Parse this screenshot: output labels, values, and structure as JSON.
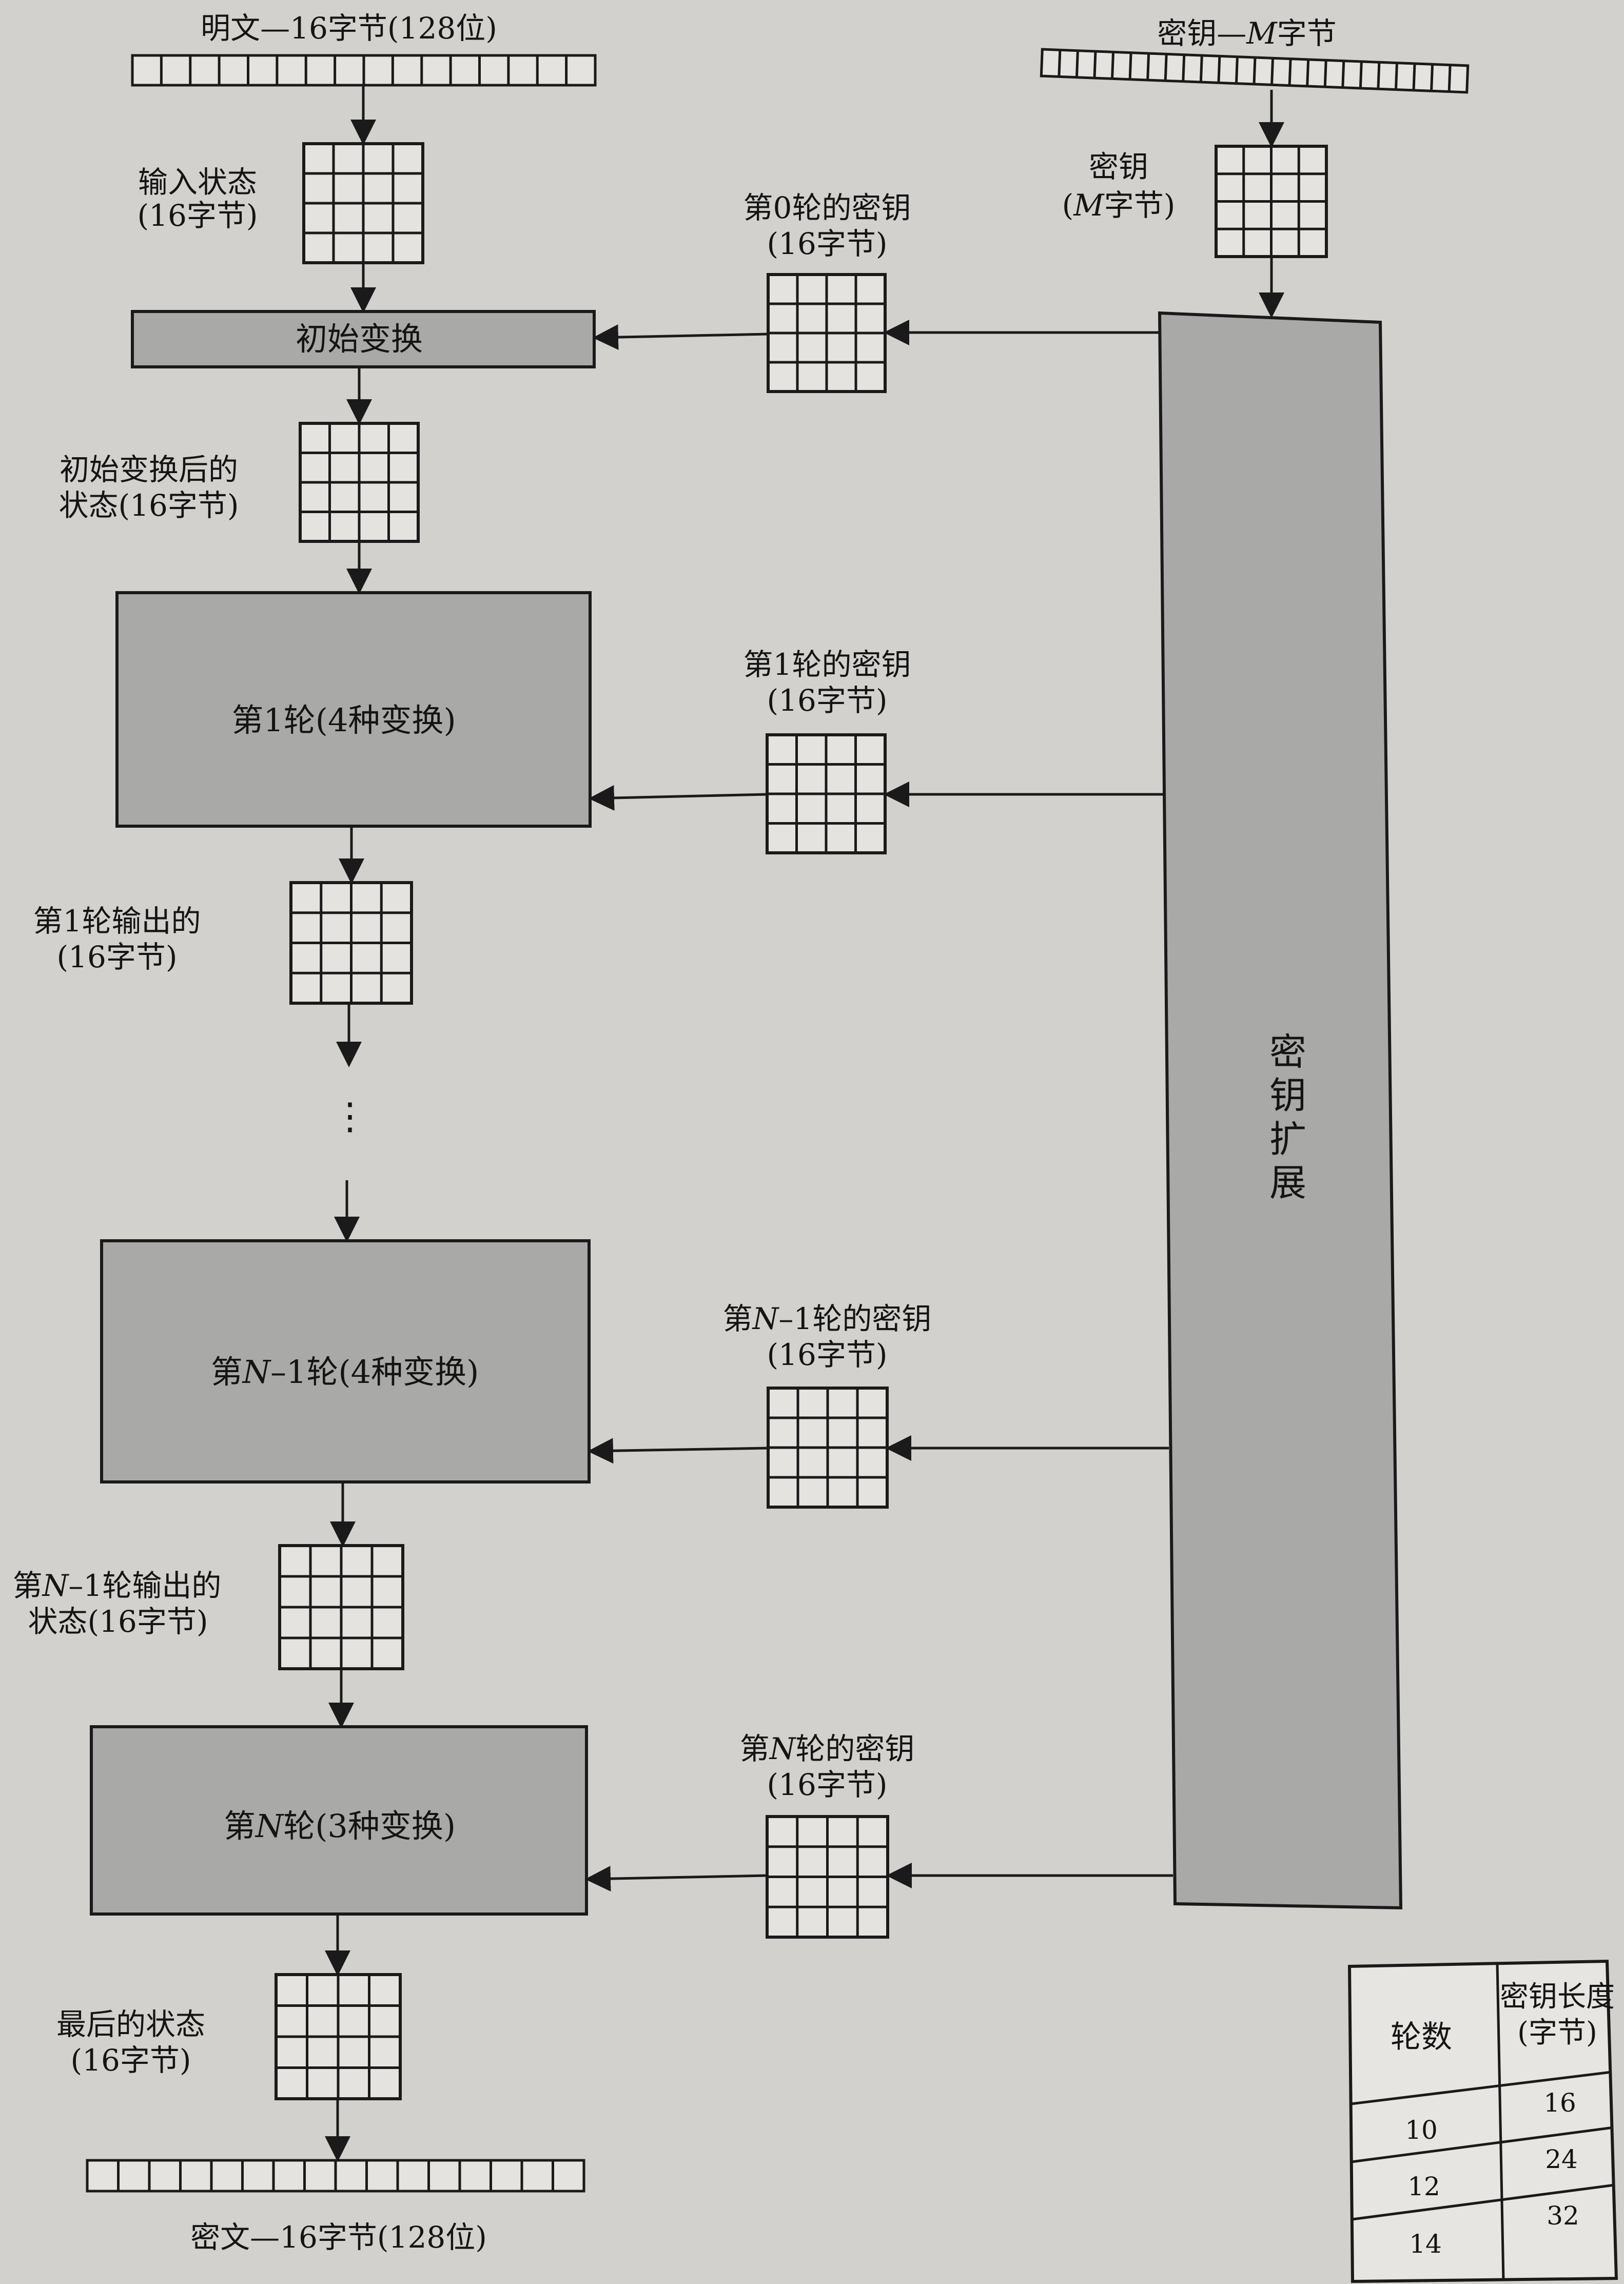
{
  "diagram": {
    "plaintext_label": "明文—16字节(128位)",
    "key_label_prefix": "密钥—",
    "key_label_var": "M",
    "key_label_suffix": "字节",
    "input_state_line1": "输入状态",
    "input_state_line2": "(16字节)",
    "key_box_line1": "密钥",
    "key_box_line2_open": "(",
    "key_box_line2_var": "M",
    "key_box_line2_rest": "字节)",
    "round0_key_line1": "第0轮的密钥",
    "round0_key_line2": "(16字节)",
    "initial_transform": "初始变换",
    "after_initial_line1": "初始变换后的",
    "after_initial_line2": "状态(16字节)",
    "round1_box": "第1轮(4种变换)",
    "round1_key_line1": "第1轮的密钥",
    "round1_key_line2": "(16字节)",
    "round1_out_line1": "第1轮输出的",
    "round1_out_line2": "(16字节)",
    "ellipsis": "⋮",
    "key_expansion_chars": [
      "密",
      "钥",
      "扩",
      "展"
    ],
    "roundN1_box_pre": "第",
    "roundN1_box_var": "N",
    "roundN1_box_post": "–1轮(4种变换)",
    "roundN1_key_pre": "第",
    "roundN1_key_var": "N",
    "roundN1_key_post": "–1轮的密钥",
    "roundN1_key_line2": "(16字节)",
    "roundN1_out_pre": "第",
    "roundN1_out_var": "N",
    "roundN1_out_post": "–1轮输出的",
    "roundN1_out_line2": "状态(16字节)",
    "roundN_box_pre": "第",
    "roundN_box_var": "N",
    "roundN_box_post": "轮(3种变换)",
    "roundN_key_pre": "第",
    "roundN_key_var": "N",
    "roundN_key_post": "轮的密钥",
    "roundN_key_line2": "(16字节)",
    "final_state_line1": "最后的状态",
    "final_state_line2": "(16字节)",
    "ciphertext_label": "密文—16字节(128位)"
  },
  "table": {
    "header_rounds": "轮数",
    "header_keylen_line1": "密钥长度",
    "header_keylen_line2": "(字节)",
    "rows": [
      {
        "rounds": "10",
        "key_bytes": "16"
      },
      {
        "rounds": "12",
        "key_bytes": "24"
      },
      {
        "rounds": "14",
        "key_bytes": "32"
      }
    ]
  },
  "colors": {
    "page_background": "#d2d1cd",
    "block_fill": "#a9a9a7",
    "line": "#1a1a1a"
  }
}
